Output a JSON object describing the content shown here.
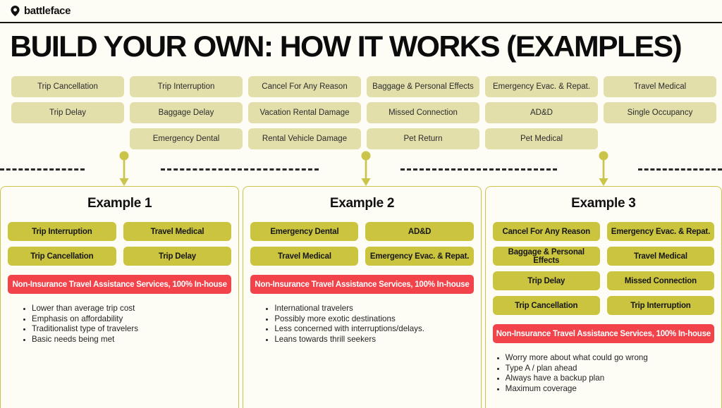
{
  "header": {
    "brand_name": "battleface",
    "brand_icon": "location-pin-icon"
  },
  "title": "BUILD YOUR OWN: HOW IT WORKS (EXAMPLES)",
  "colors": {
    "page_background": "#fdfcf5",
    "chip_light": "#e3dfab",
    "chip_olive": "#cbc43f",
    "banner_red": "#f2434a",
    "panel_border": "#cbc44a",
    "arrow": "#cbc44a",
    "text_dark": "#1a1a1a"
  },
  "coverage_grid": {
    "columns": 6,
    "rows": [
      [
        "Trip Cancellation",
        "Trip Interruption",
        "Cancel For Any Reason",
        "Baggage & Personal Effects",
        "Emergency Evac. & Repat.",
        "Travel Medical"
      ],
      [
        "Trip Delay",
        "Baggage Delay",
        "Vacation Rental Damage",
        "Missed Connection",
        "AD&D",
        "Single Occupancy"
      ],
      [
        "",
        "Emergency Dental",
        "Rental Vehicle Damage",
        "Pet Return",
        "Pet Medical",
        ""
      ]
    ]
  },
  "connector": {
    "arrow_count": 3,
    "arrow_icon": "down-arrow-with-dot-icon",
    "divider_style": "dashed"
  },
  "examples": [
    {
      "title": "Example 1",
      "chips": [
        "Trip Interruption",
        "Travel Medical",
        "Trip Cancellation",
        "Trip Delay"
      ],
      "banner": "Non-Insurance Travel Assistance Services, 100% In-house",
      "bullets": [
        "Lower than average trip cost",
        "Emphasis on affordability",
        "Traditionalist type of travelers",
        "Basic needs being met"
      ]
    },
    {
      "title": "Example 2",
      "chips": [
        "Emergency Dental",
        "AD&D",
        "Travel Medical",
        "Emergency Evac. & Repat."
      ],
      "banner": "Non-Insurance Travel Assistance Services, 100% In-house",
      "bullets": [
        "International travelers",
        "Possibly more exotic destinations",
        "Less concerned with interruptions/delays.",
        "Leans towards thrill seekers"
      ]
    },
    {
      "title": "Example 3",
      "chips": [
        "Cancel For Any Reason",
        "Emergency Evac. & Repat.",
        "Baggage & Personal Effects",
        "Travel Medical",
        "Trip Delay",
        "Missed Connection",
        "Trip Cancellation",
        "Trip Interruption"
      ],
      "banner": "Non-Insurance Travel Assistance Services, 100% In-house",
      "bullets": [
        "Worry more about what could go wrong",
        "Type A / plan ahead",
        "Always have a backup plan",
        "Maximum coverage"
      ]
    }
  ]
}
